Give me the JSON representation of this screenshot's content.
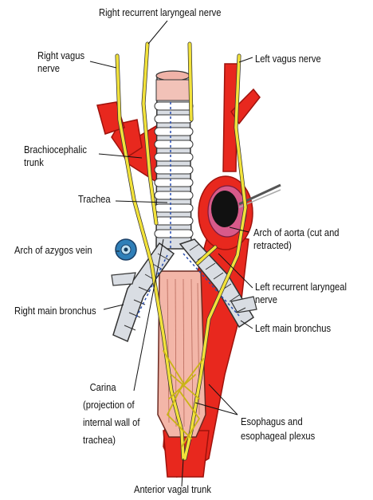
{
  "diagram": {
    "labels": {
      "right_recurrent_laryngeal_nerve": "Right recurrent laryngeal nerve",
      "right_vagus_nerve": [
        "Right vagus",
        "nerve"
      ],
      "left_vagus_nerve": "Left vagus nerve",
      "brachiocephalic_trunk": [
        "Brachiocephalic",
        "trunk"
      ],
      "trachea": "Trachea",
      "arch_of_azygos_vein": "Arch of azygos vein",
      "arch_of_aorta": [
        "Arch of aorta (cut and",
        "retracted)"
      ],
      "left_recurrent_laryngeal_nerve": [
        "Left recurrent laryngeal",
        "nerve"
      ],
      "right_main_bronchus": "Right main bronchus",
      "left_main_bronchus": "Left main bronchus",
      "carina": [
        "Carina",
        "(projection of",
        "internal wall of",
        "trachea)"
      ],
      "esophagus": [
        "Esophagus and",
        "esophageal plexus"
      ],
      "anterior_vagal_trunk": "Anterior vagal trunk"
    },
    "colors": {
      "artery": "#e8281e",
      "artery_dark": "#b3140f",
      "nerve": "#f2e23a",
      "cartilage": "#d9dde3",
      "esophagus": "#f3b6a8",
      "vein": "#2f7fb8",
      "outline": "#222222"
    }
  }
}
